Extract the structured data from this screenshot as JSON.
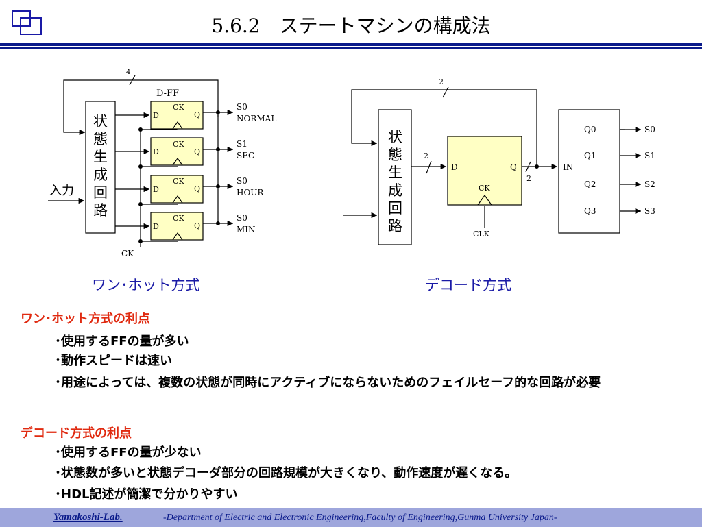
{
  "header": {
    "title": "5.6.2　ステートマシンの構成法"
  },
  "logo": {
    "icon": "overlapping-squares-logo",
    "color": "#1a1aa6"
  },
  "one_hot": {
    "width_label": "4",
    "dff_label": "D-FF",
    "state_gen": [
      "状",
      "態",
      "生",
      "成",
      "回",
      "路"
    ],
    "input_label": "入力",
    "d_label": "D",
    "ck_label": "CK",
    "q_label": "Q",
    "clock_label": "CK",
    "outputs": [
      {
        "state": "S0",
        "name": "NORMAL"
      },
      {
        "state": "S1",
        "name": "SEC"
      },
      {
        "state": "S0",
        "name": "HOUR"
      },
      {
        "state": "S0",
        "name": "MIN"
      }
    ],
    "caption": "ワン･ホット方式"
  },
  "decoder": {
    "top_width_label": "2",
    "in_width_label": "2",
    "out_width_label": "2",
    "state_gen": [
      "状",
      "態",
      "生",
      "成",
      "回",
      "路"
    ],
    "d_label": "D",
    "q_label": "Q",
    "ck_label": "CK",
    "clock_label": "CLK",
    "in_label": "IN",
    "q_outputs": [
      "Q0",
      "Q1",
      "Q2",
      "Q3"
    ],
    "s_outputs": [
      "S0",
      "S1",
      "S2",
      "S3"
    ],
    "caption": "デコード方式"
  },
  "sections": {
    "one_hot_heading": "ワン･ホット方式の利点",
    "one_hot_bullets": [
      "･使用するFFの量が多い",
      "･動作スピードは速い",
      "･用途によっては、複数の状態が同時にアクティブにならないためのフェイルセーフ的な回路が必要"
    ],
    "decoder_heading": "デコード方式の利点",
    "decoder_bullets": [
      "･使用するFFの量が少ない",
      "･状態数が多いと状態デコーダ部分の回路規模が大きくなり、動作速度が遅くなる。",
      "･HDL記述が簡潔で分かりやすい"
    ]
  },
  "colors": {
    "accent_blue": "#1a1aa6",
    "heading_red": "#e02a10",
    "ff_fill": "#ffffc4",
    "rule": "#0a1a8a"
  },
  "footer": {
    "lab": "Yamakoshi-Lab.",
    "department": "-Department of Electric and Electronic Engineering,Faculty of Engineering,Gunma University Japan-"
  }
}
